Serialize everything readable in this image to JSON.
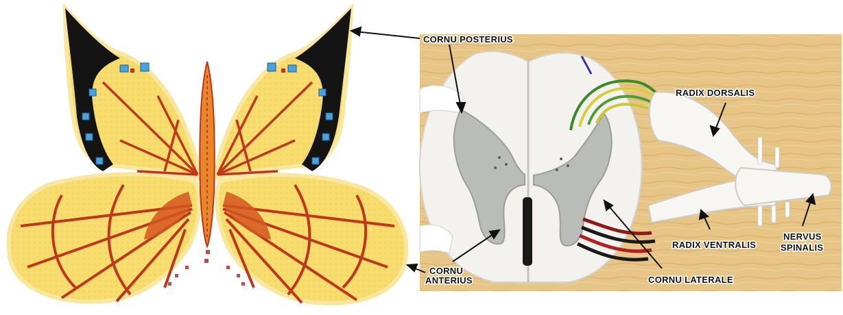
{
  "labels": {
    "cornu_posterius": "CORNU POSTERIUS",
    "radix_dorsalis": "RADIX DORSALIS",
    "radix_ventralis": "RADIX VENTRALIS",
    "nervus_spinalis_line1": "NERVUS",
    "nervus_spinalis_line2": "SPINALIS",
    "cornu_anterius_line1": "CORNU",
    "cornu_anterius_line2": "ANTERIUS",
    "cornu_laterale": "CORNU LATERALE"
  },
  "colors": {
    "wing_yellow": "#f7dc6f",
    "wing_pale": "#fbeaa0",
    "vein_red": "#c0361b",
    "wing_black": "#141414",
    "spot_blue": "#4aa3df",
    "body_orange": "#e8862a",
    "wood_background": "#e8c98a",
    "cord_white": "#f4f2ee",
    "grey_matter": "#b9bcb8"
  }
}
